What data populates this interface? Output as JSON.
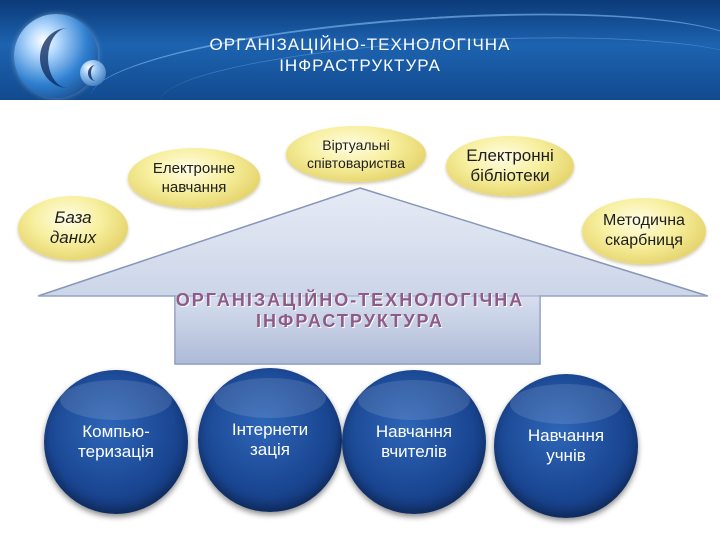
{
  "header": {
    "title_line1": "ОРГАНІЗАЦІЙНО-ТЕХНОЛОГІЧНА",
    "title_line2": "ІНФРАСТРУКТУРА"
  },
  "bubbles": {
    "database": "База\nданих",
    "elearning": "Електронне\nнавчання",
    "virtual_communities": "Віртуальні\nспівтовариства",
    "elibraries": "Електронні\nбібліотеки",
    "methodical_treasury": "Методична\nскарбниця"
  },
  "house": {
    "title_line1": "ОРГАНІЗАЦІЙНО-ТЕХНОЛОГІЧНА",
    "title_line2": "ІНФРАСТРУКТУРА"
  },
  "circles": {
    "computerization": "Компью-\nтеризація",
    "internetization": "Інтернети\nзація",
    "teacher_training": "Навчання\nвчителів",
    "student_training": "Навчання\nучнів"
  },
  "colors": {
    "header_blue": "#1d63b0",
    "bubble_yellow": "#f7ef9e",
    "house_fill": "#c9d3e8",
    "house_title": "#8d5a8a",
    "circle_blue": "#1a4692"
  }
}
